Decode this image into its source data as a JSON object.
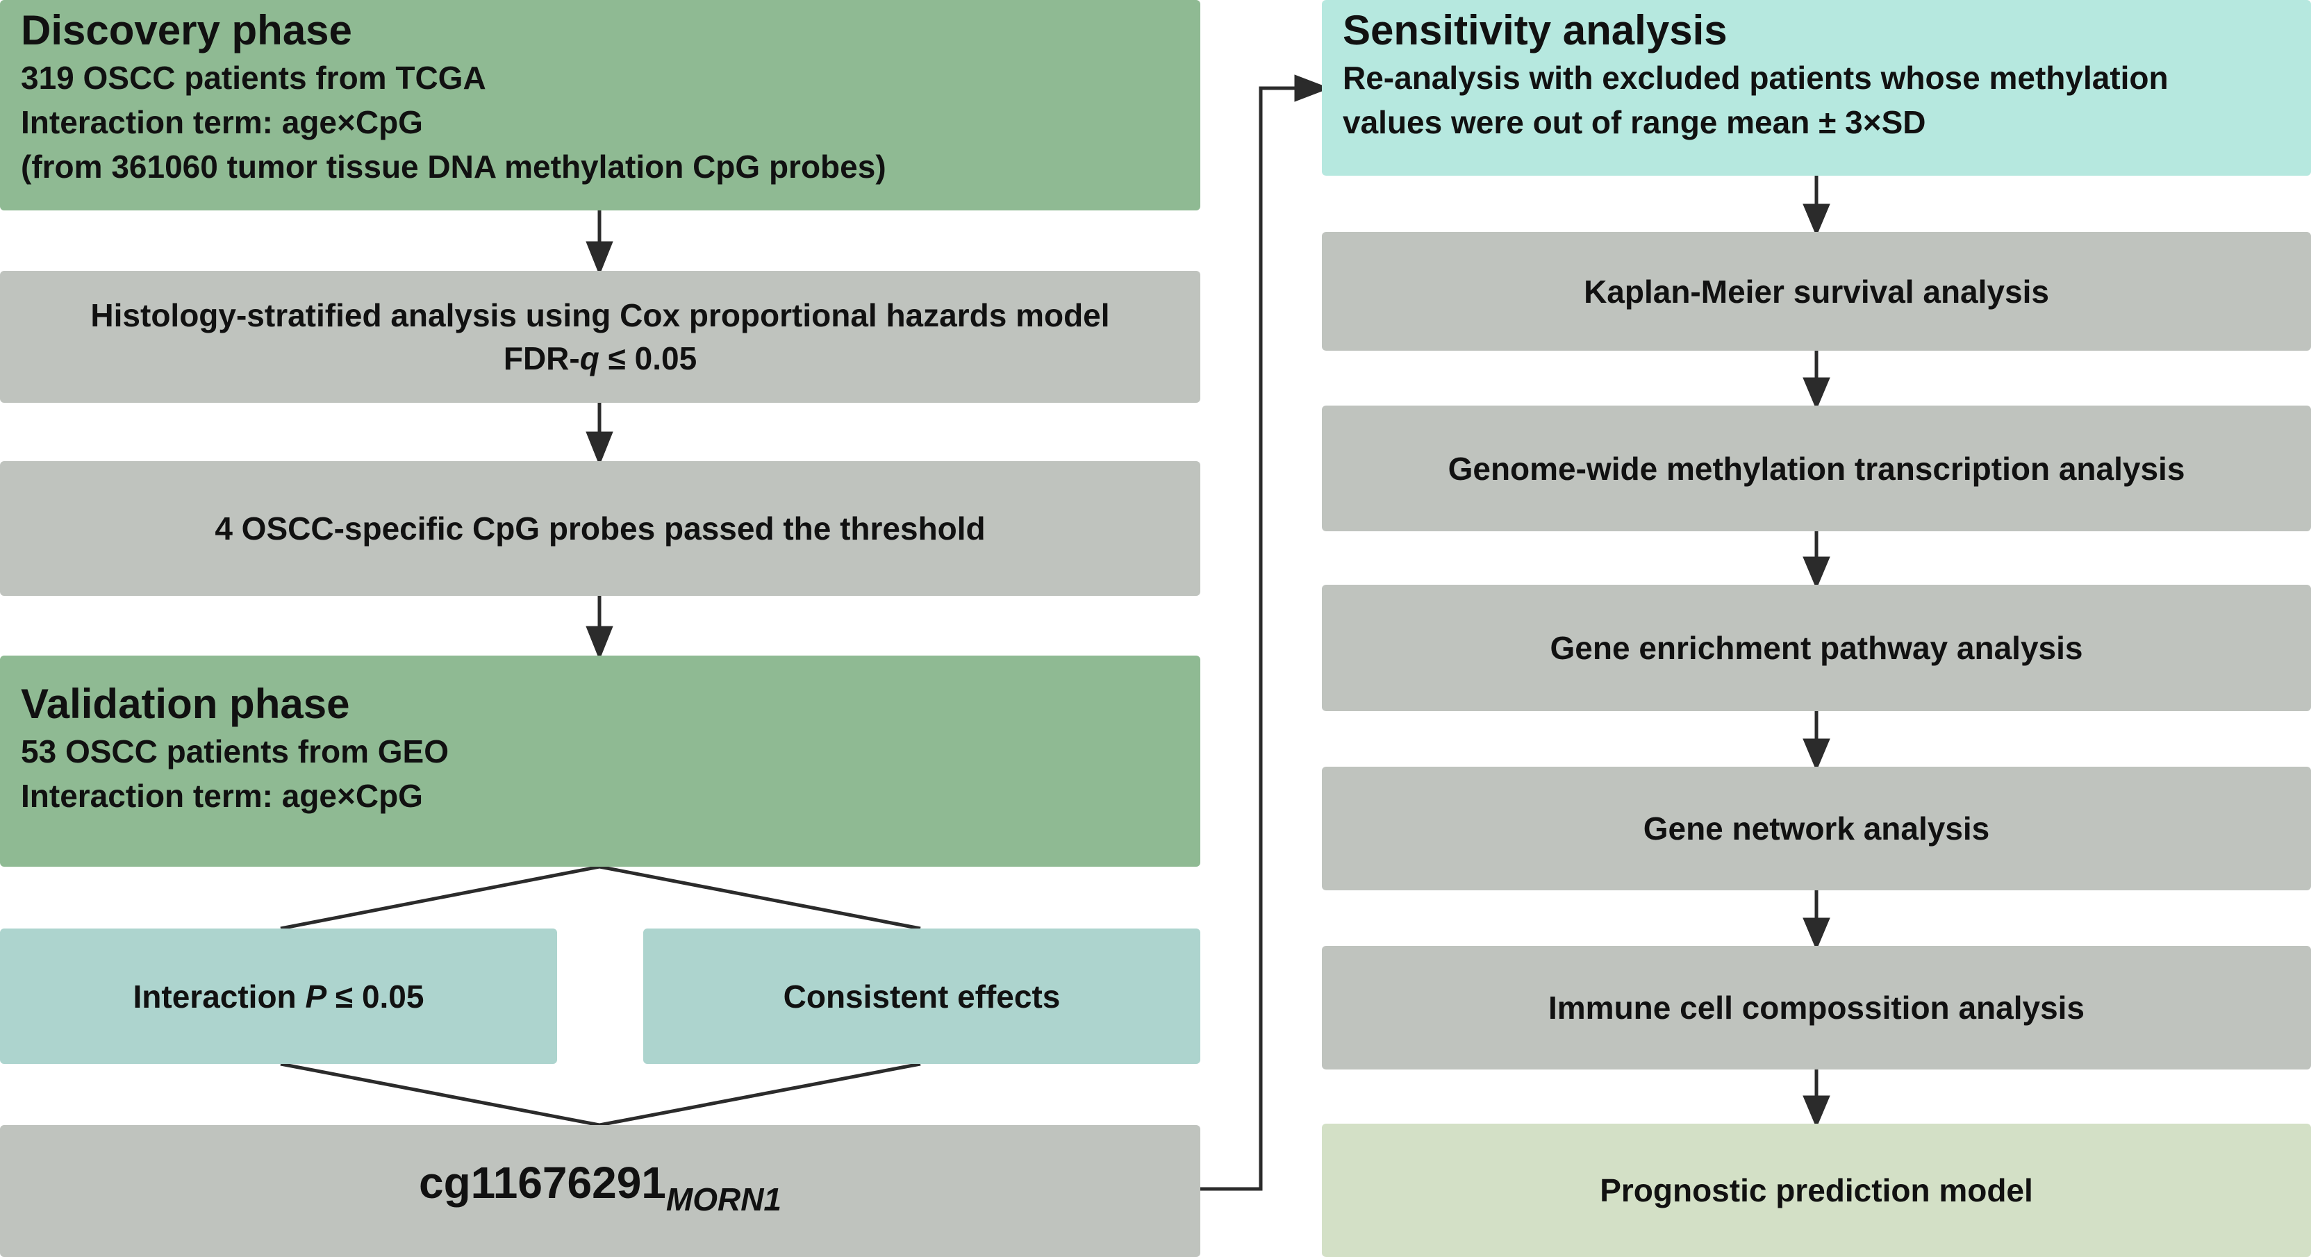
{
  "discovery": {
    "title": "Discovery phase",
    "line1": "319 OSCC patients from TCGA",
    "line2": "Interaction term: age×CpG",
    "line3": "(from 361060 tumor tissue DNA methylation CpG probes)"
  },
  "histology": {
    "line1": "Histology-stratified analysis using Cox proportional hazards model",
    "fdr_prefix": "FDR-",
    "fdr_italic": "q",
    "fdr_suffix": " ≤ 0.05"
  },
  "probes": {
    "label": "4 OSCC-specific CpG probes passed the threshold"
  },
  "validation": {
    "title": "Validation phase",
    "line1": "53 OSCC patients from GEO",
    "line2": "Interaction term: age×CpG"
  },
  "interaction": {
    "prefix": "Interaction ",
    "italic": "P",
    "suffix": " ≤ 0.05"
  },
  "consistent": {
    "label": "Consistent effects"
  },
  "result": {
    "probe": "cg11676291",
    "gene": "MORN1"
  },
  "sensitivity": {
    "title": "Sensitivity analysis",
    "line1": "Re-analysis with excluded patients whose methylation",
    "line2": "values were out of range mean ± 3×SD"
  },
  "steps": [
    {
      "label": "Kaplan-Meier survival analysis"
    },
    {
      "label": "Genome-wide methylation transcription analysis"
    },
    {
      "label": "Gene enrichment pathway analysis"
    },
    {
      "label": "Gene network analysis"
    },
    {
      "label": "Immune cell compossition analysis"
    }
  ],
  "final": {
    "label": "Prognostic prediction model"
  },
  "colors": {
    "phase_green": "#8fba93",
    "step_gray": "#bfc3be",
    "criteria_teal": "#add4ce",
    "sensitivity_cyan": "#b6e8df",
    "final_pale_green": "#d3e0c6",
    "arrow": "#2b2b2b"
  }
}
